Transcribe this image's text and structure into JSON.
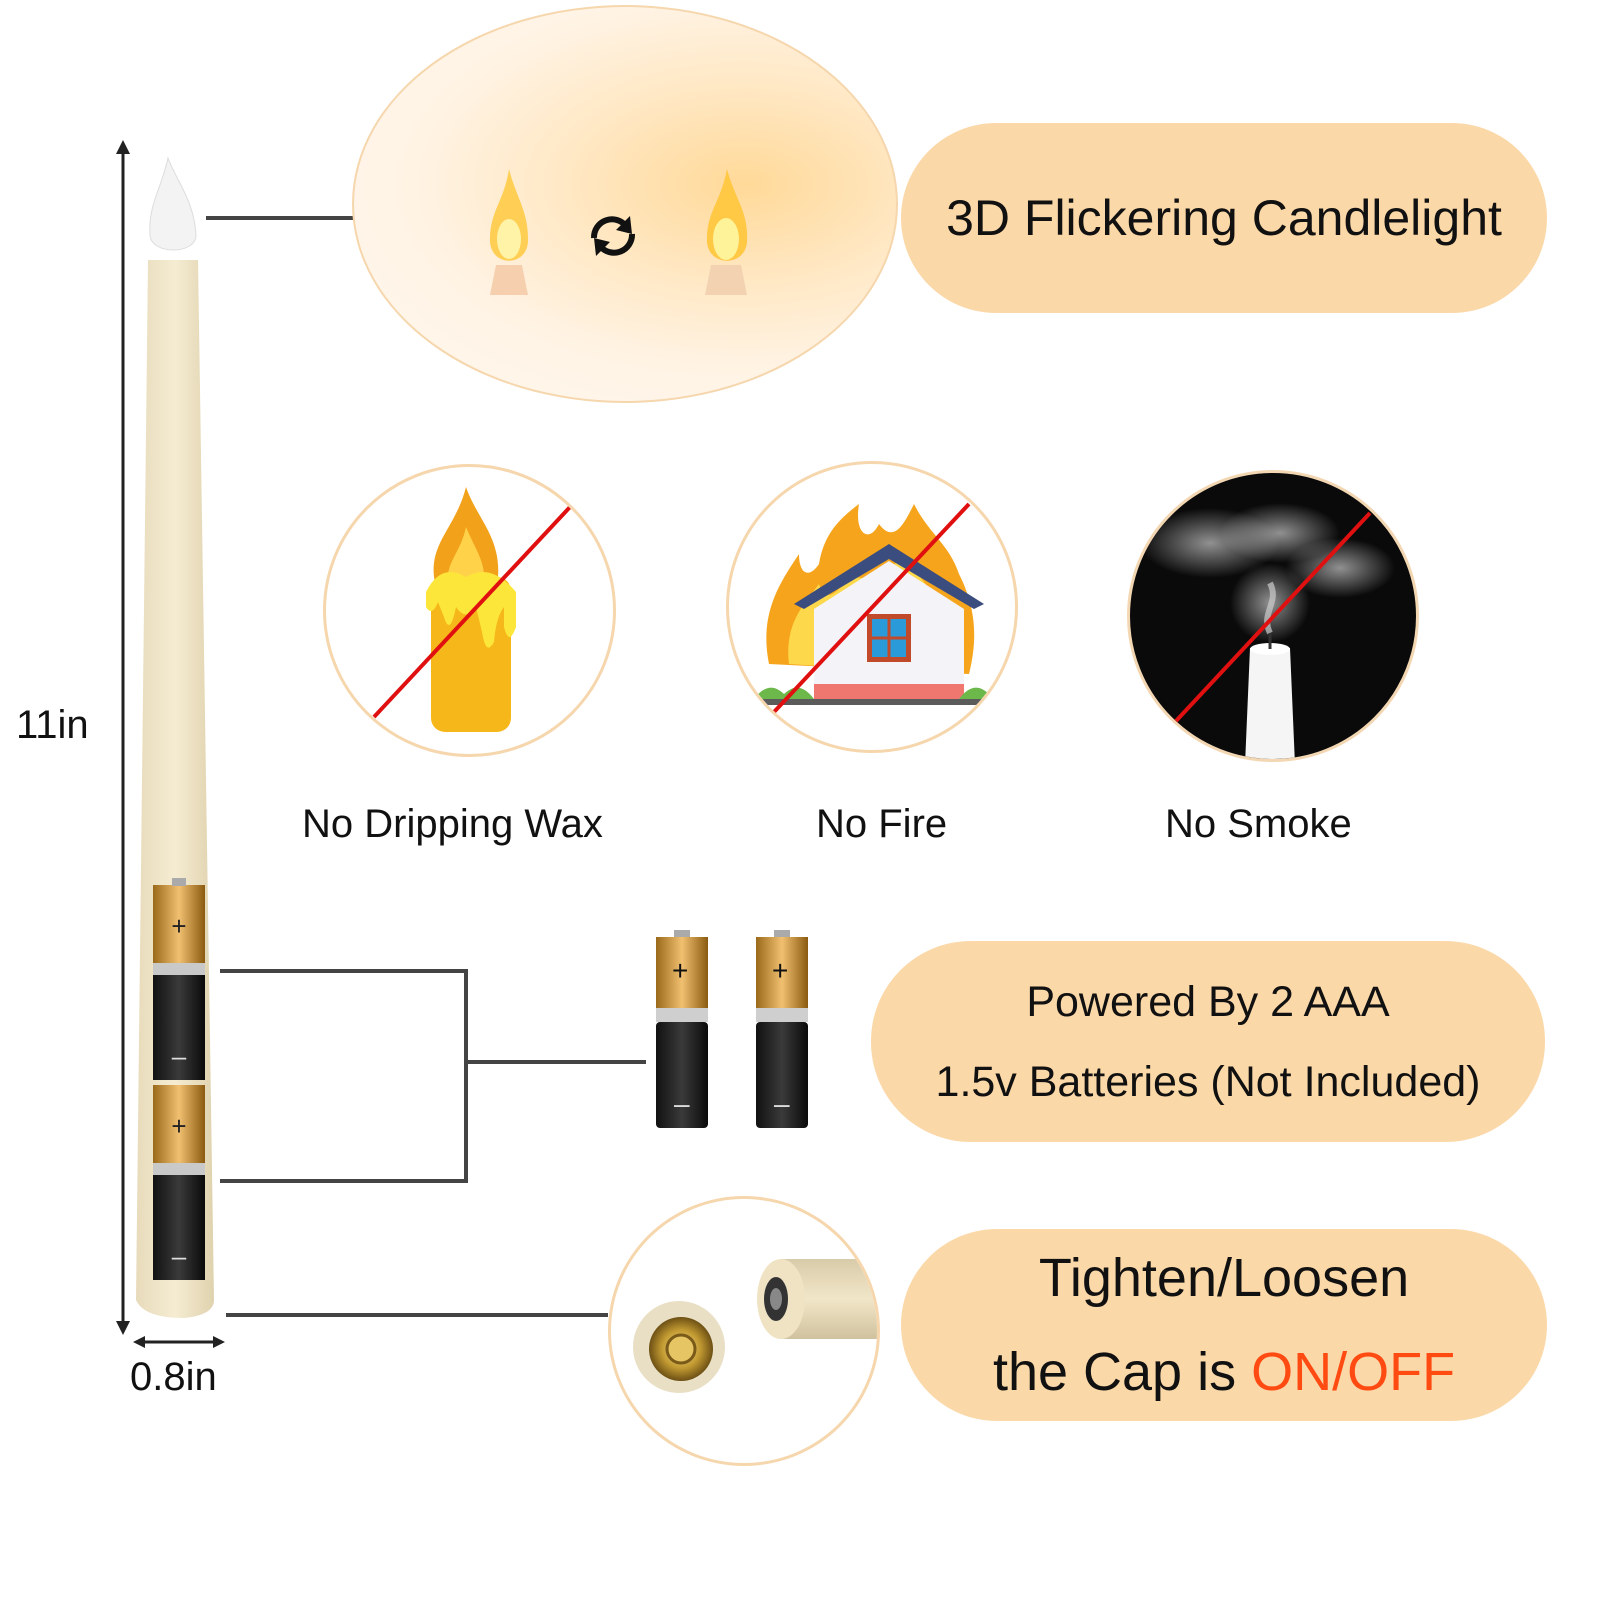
{
  "dimensions": {
    "height": "11in",
    "width": "0.8in"
  },
  "features": {
    "flicker": "3D Flickering Candlelight",
    "no_wax": "No Dripping Wax",
    "no_fire": "No Fire",
    "no_smoke": "No Smoke"
  },
  "battery": {
    "line1": "Powered By 2 AAA",
    "line2": "1.5v Batteries (Not Included)",
    "plus": "+",
    "minus": "–"
  },
  "cap": {
    "line1": "Tighten/Loosen",
    "line2_prefix": "the Cap is ",
    "line2_highlight": "ON/OFF"
  },
  "colors": {
    "pill": "#fbd8a8",
    "highlight": "#ff4a12",
    "candle_body": "#f1e6c8",
    "cross_line": "#e01010"
  },
  "icons": [
    "refresh-icon",
    "candle-icon",
    "house-fire-icon",
    "smoke-candle-icon",
    "battery-icon"
  ]
}
